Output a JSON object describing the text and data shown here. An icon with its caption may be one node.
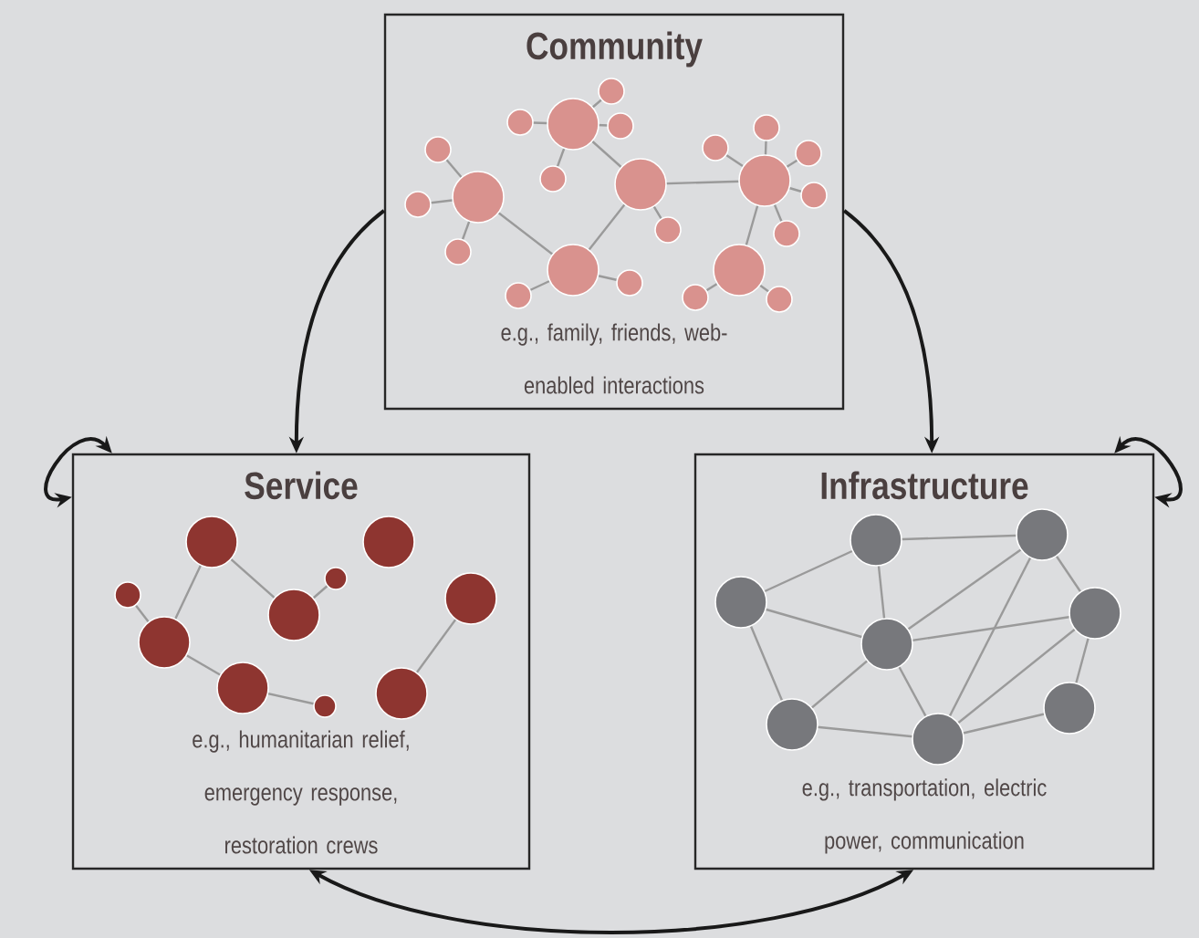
{
  "diagram": {
    "nodes": [
      {
        "text": [
          "Community",
          "e.g., family, friends, web-enabled interactions"
        ]
      },
      {
        "text": [
          "Service",
          "e.g., humanitarian relief, emergency response, restoration crews"
        ]
      },
      {
        "text": [
          "Infrastructure",
          "e.g., transportation, electric power, communication"
        ]
      }
    ],
    "edges": [
      {
        "from": 0,
        "to": 1,
        "arrow": "to"
      },
      {
        "from": 0,
        "to": 2,
        "arrow": "to"
      },
      {
        "from": 1,
        "to": 1,
        "arrow": "both"
      },
      {
        "from": 2,
        "to": 2,
        "arrow": "both"
      },
      {
        "from": 1,
        "to": 2,
        "arrow": "both"
      }
    ]
  }
}
